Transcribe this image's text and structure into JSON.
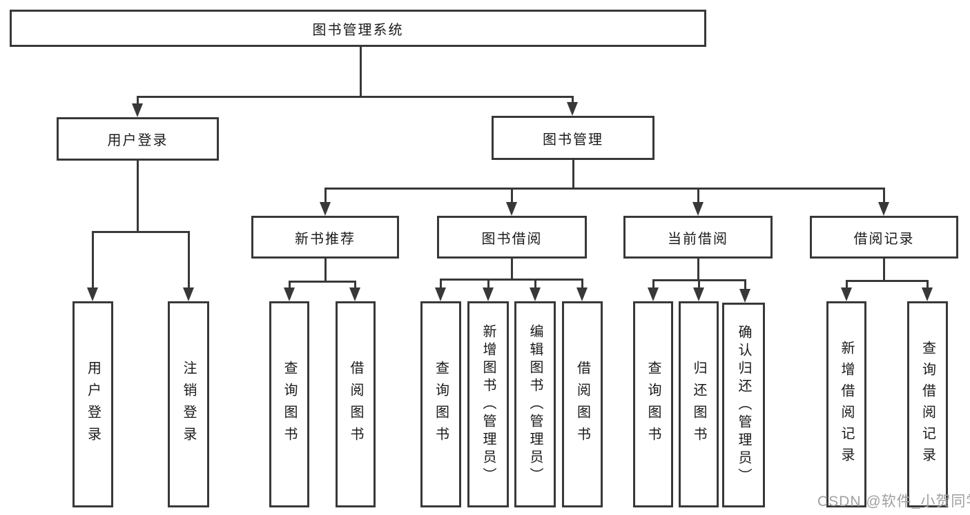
{
  "watermark": "CSDN @软件_小贺同学",
  "colors": {
    "line": "#383838",
    "text": "#1a1a1a",
    "watermark": "#9f9f9f",
    "background": "#ffffff"
  },
  "tree": {
    "label": "图书管理系统",
    "children": [
      {
        "label": "用户登录",
        "children": [
          {
            "label": "用户登录"
          },
          {
            "label": "注销登录"
          }
        ]
      },
      {
        "label": "图书管理",
        "children": [
          {
            "label": "新书推荐",
            "children": [
              {
                "label": "查询图书"
              },
              {
                "label": "借阅图书"
              }
            ]
          },
          {
            "label": "图书借阅",
            "children": [
              {
                "label": "查询图书"
              },
              {
                "label": "新增图书（管理员）"
              },
              {
                "label": "编辑图书（管理员）"
              },
              {
                "label": "借阅图书"
              }
            ]
          },
          {
            "label": "当前借阅",
            "children": [
              {
                "label": "查询图书"
              },
              {
                "label": "归还图书"
              },
              {
                "label": "确认归还（管理员）"
              }
            ]
          },
          {
            "label": "借阅记录",
            "children": [
              {
                "label": "新增借阅记录"
              },
              {
                "label": "查询借阅记录"
              }
            ]
          }
        ]
      }
    ]
  }
}
